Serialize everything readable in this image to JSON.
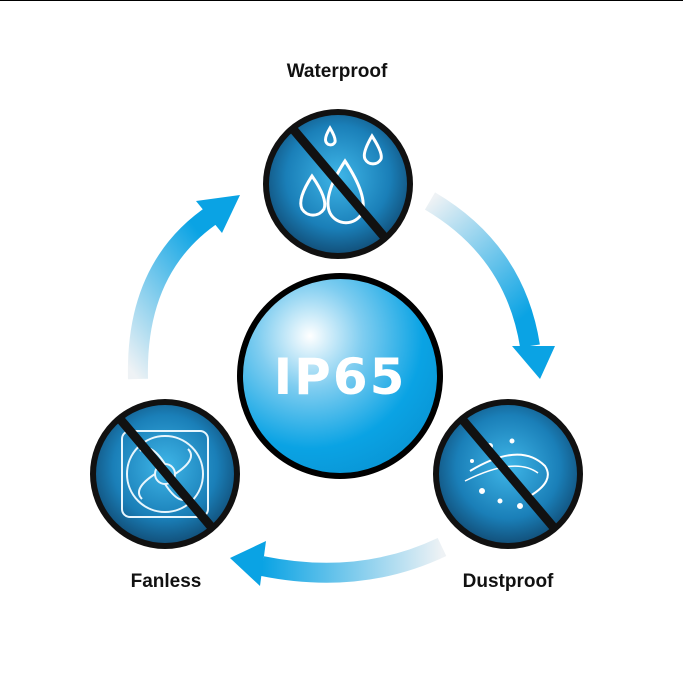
{
  "center": {
    "label": "IP65"
  },
  "features": [
    {
      "label": "Waterproof",
      "icon": "water-drops-icon"
    },
    {
      "label": "Dustproof",
      "icon": "dust-icon"
    },
    {
      "label": "Fanless",
      "icon": "fan-icon"
    }
  ],
  "colors": {
    "accent": "#0aa3e4",
    "dark": "#0f3f64",
    "outline": "#111111"
  }
}
